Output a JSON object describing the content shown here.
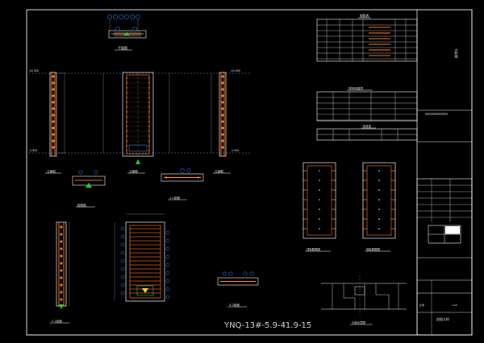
{
  "drawing": {
    "title": "YNQ-13#-5.9-41.9-15",
    "colors": {
      "background": "#000000",
      "frame": "#ffffff",
      "bar": "#ff7a1a",
      "stirrup": "#e05a1a",
      "node": "#2a6fd6",
      "concrete": "#cfcfcf",
      "axis": "#6ec0ff",
      "green": "#28d23a",
      "yellow": "#ffd23a",
      "table_line": "#ffffff",
      "grey": "#9a9a9a"
    },
    "tables": {
      "rebar_table_title": "钢筋表",
      "material_table_title": "材料用量表",
      "component_table_title": "构件表"
    },
    "views": {
      "top_section": "平面图",
      "elev_left": "立面图",
      "elev_mid": "立面图",
      "elev_right": "立面图",
      "section_1": "1-1剖面",
      "section_2": "2-2剖面",
      "section_3": "3-3剖面",
      "detail": "配筋图",
      "plan_1": "顶板配筋图",
      "plan_2": "底板配筋图",
      "key_plan": "平面示意图"
    },
    "notes": {
      "side_label": "大样图",
      "drawing_name": "剖面大样",
      "scale_label": "比例",
      "scale_value": "1:25"
    }
  }
}
